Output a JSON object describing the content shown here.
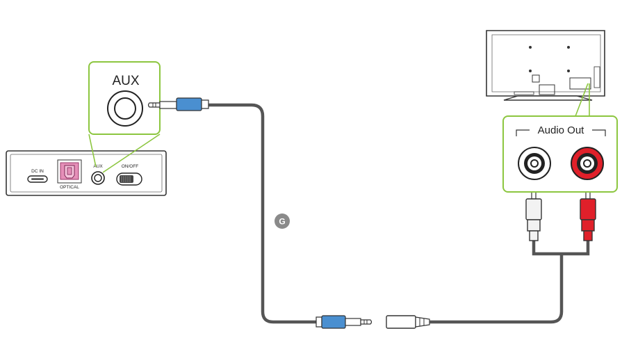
{
  "labels": {
    "aux_callout": "AUX",
    "dc_in": "DC IN",
    "optical": "OPTICAL",
    "aux_port": "AUX",
    "on_off": "ON/OFF",
    "audio_out": "Audio Out",
    "step_badge": "G"
  },
  "colors": {
    "callout_green": "#8cc63f",
    "plug_blue": "#4a8fd0",
    "cable_gray": "#555555",
    "optical_pink": "#e58fb8",
    "rca_red": "#e0202a",
    "rca_white": "#f2f2f2",
    "badge_gray": "#8a8a8a"
  },
  "icons": {
    "aux_jack": "aux-jack-icon",
    "usb_port": "usb-c-port-icon",
    "optical_port": "optical-port-icon",
    "power_switch": "toggle-switch-icon",
    "tv": "tv-back-panel-icon",
    "rca_white": "rca-white-jack-icon",
    "rca_red": "rca-red-jack-icon"
  }
}
